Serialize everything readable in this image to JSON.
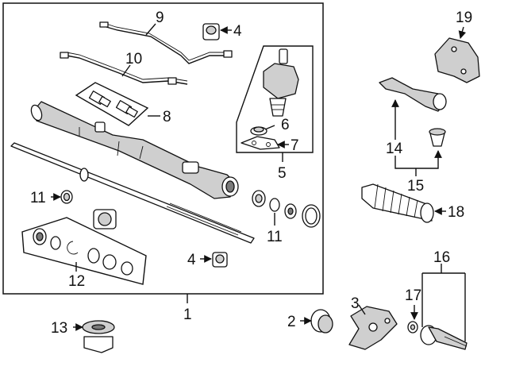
{
  "callouts": {
    "c1": "1",
    "c2": "2",
    "c3": "3",
    "c4a": "4",
    "c4b": "4",
    "c5": "5",
    "c6": "6",
    "c7": "7",
    "c8": "8",
    "c9": "9",
    "c10": "10",
    "c11a": "11",
    "c11b": "11",
    "c12": "12",
    "c13": "13",
    "c14": "14",
    "c15": "15",
    "c16": "16",
    "c17": "17",
    "c18": "18",
    "c19": "19"
  },
  "colors": {
    "line": "#111111",
    "part_fill": "#ffffff",
    "shade": "#cfcfcf",
    "dark": "#7a7a7a"
  },
  "icons": [
    "arrow-icon"
  ]
}
